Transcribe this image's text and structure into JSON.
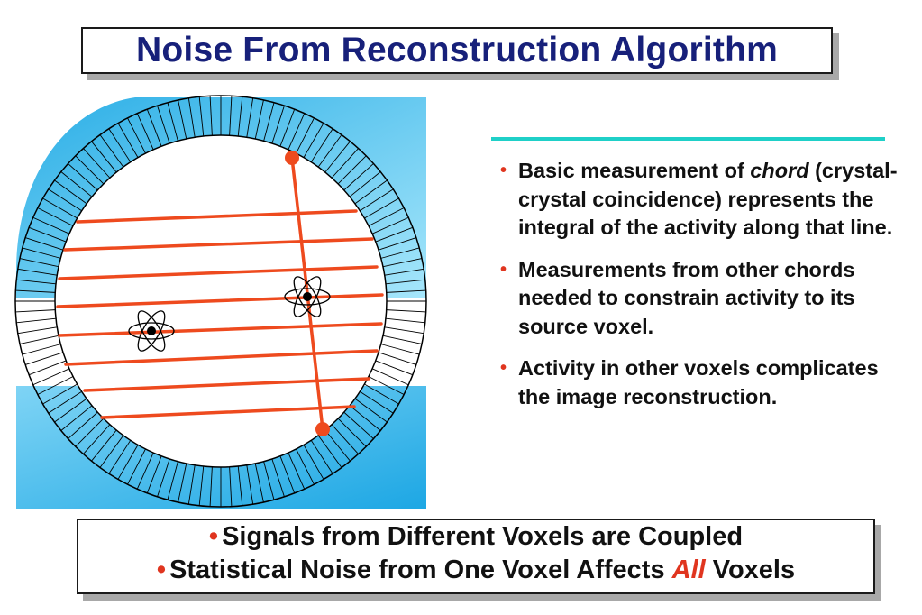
{
  "slide": {
    "title": "Noise From Reconstruction Algorithm",
    "bullets": [
      {
        "pre": "Basic measurement of ",
        "em": "chord",
        "post": " (crystal-crystal coincidence) represents the integral of the activity along that line."
      },
      {
        "pre": "Measurements from other chords needed to constrain activity to its source voxel.",
        "em": "",
        "post": ""
      },
      {
        "pre": "Activity in other voxels complicates the image reconstruction.",
        "em": "",
        "post": ""
      }
    ],
    "bullet_symbol": "•",
    "summary": {
      "line1": "Signals from Different Voxels are Coupled",
      "line2_pre": "Statistical Noise from One Voxel Affects ",
      "line2_em": "All",
      "line2_post": " Voxels"
    }
  },
  "colors": {
    "title": "#17207a",
    "accent_red": "#e0351f",
    "chord_red": "#ee4a1e",
    "cyan_light": "#8fdcf7",
    "cyan": "#33b8ec",
    "teal_rule": "#1fd0c8"
  },
  "icons": [
    "atom-icon",
    "atom-icon"
  ]
}
